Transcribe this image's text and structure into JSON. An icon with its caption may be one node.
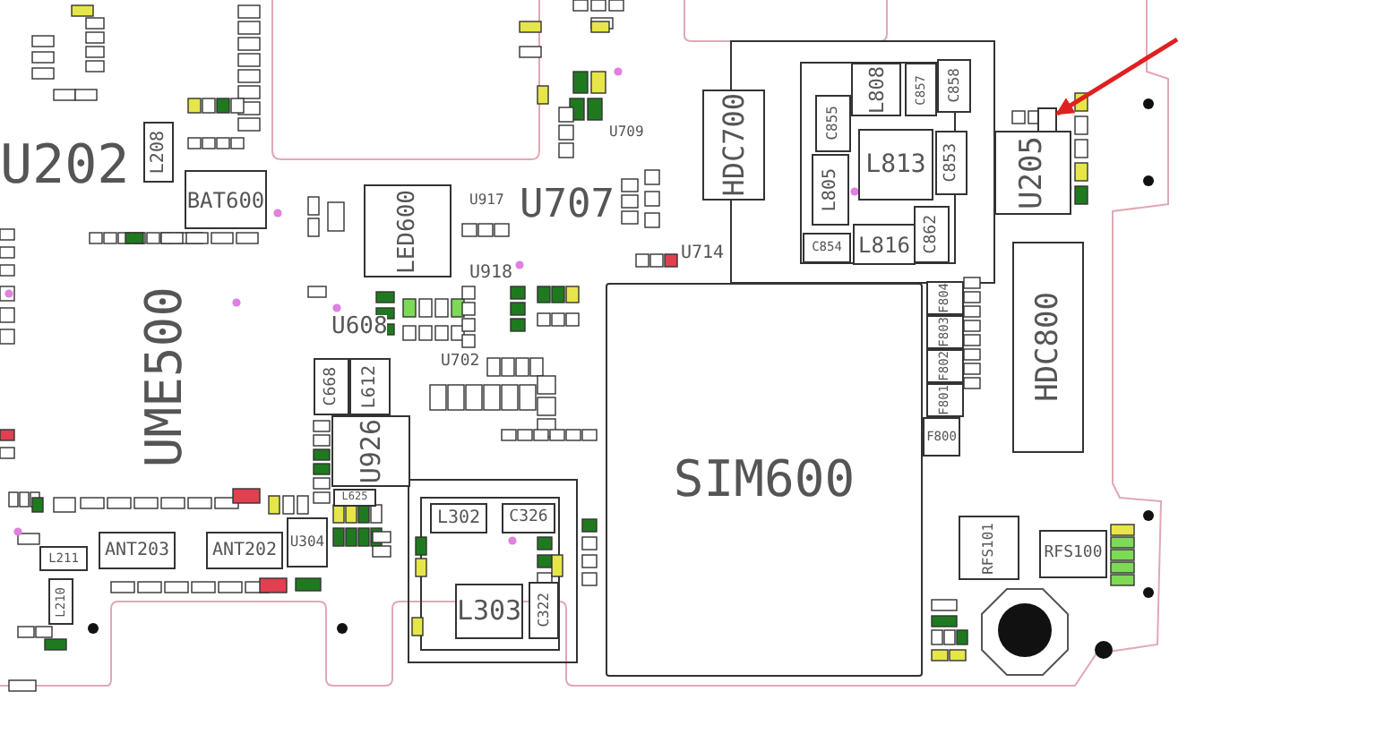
{
  "diagram": {
    "nodes": [
      {
        "text": [
          "BAT600"
        ]
      },
      {
        "text": [
          "L208"
        ]
      },
      {
        "text": [
          "LED600"
        ]
      },
      {
        "text": [
          "HDC700"
        ]
      },
      {
        "text": [
          "L808"
        ]
      },
      {
        "text": [
          "C857"
        ]
      },
      {
        "text": [
          "C858"
        ]
      },
      {
        "text": [
          "C855"
        ]
      },
      {
        "text": [
          "L813"
        ]
      },
      {
        "text": [
          "L805"
        ]
      },
      {
        "text": [
          "C853"
        ]
      },
      {
        "text": [
          "C854"
        ]
      },
      {
        "text": [
          "L816"
        ]
      },
      {
        "text": [
          "C862"
        ]
      },
      {
        "text": [
          "U205"
        ]
      },
      {
        "text": [
          "HDC800"
        ]
      },
      {
        "text": [
          "SIM600"
        ]
      },
      {
        "text": [
          "F804"
        ]
      },
      {
        "text": [
          "F803"
        ]
      },
      {
        "text": [
          "F802"
        ]
      },
      {
        "text": [
          "F801"
        ]
      },
      {
        "text": [
          "F800"
        ]
      },
      {
        "text": [
          "RFS101"
        ]
      },
      {
        "text": [
          "RFS100"
        ]
      },
      {
        "text": [
          "C668"
        ]
      },
      {
        "text": [
          "L612"
        ]
      },
      {
        "text": [
          "U926"
        ]
      },
      {
        "text": [
          "L625"
        ]
      },
      {
        "text": [
          "U304"
        ]
      },
      {
        "text": [
          "ANT203"
        ]
      },
      {
        "text": [
          "ANT202"
        ]
      },
      {
        "text": [
          "L211"
        ]
      },
      {
        "text": [
          "L210"
        ]
      },
      {
        "text": [
          "L302"
        ]
      },
      {
        "text": [
          "C326"
        ]
      },
      {
        "text": [
          "L303"
        ]
      },
      {
        "text": [
          "C322"
        ]
      },
      {
        "text": [],
        "shape": "box"
      }
    ],
    "edges": [
      {
        "from": null,
        "to": 37,
        "arrow": "to",
        "color": "#e02020"
      }
    ],
    "labels": [
      "U202",
      "U917",
      "U918",
      "U709",
      "U707",
      "U714",
      "UME500",
      "U608",
      "U702"
    ]
  }
}
